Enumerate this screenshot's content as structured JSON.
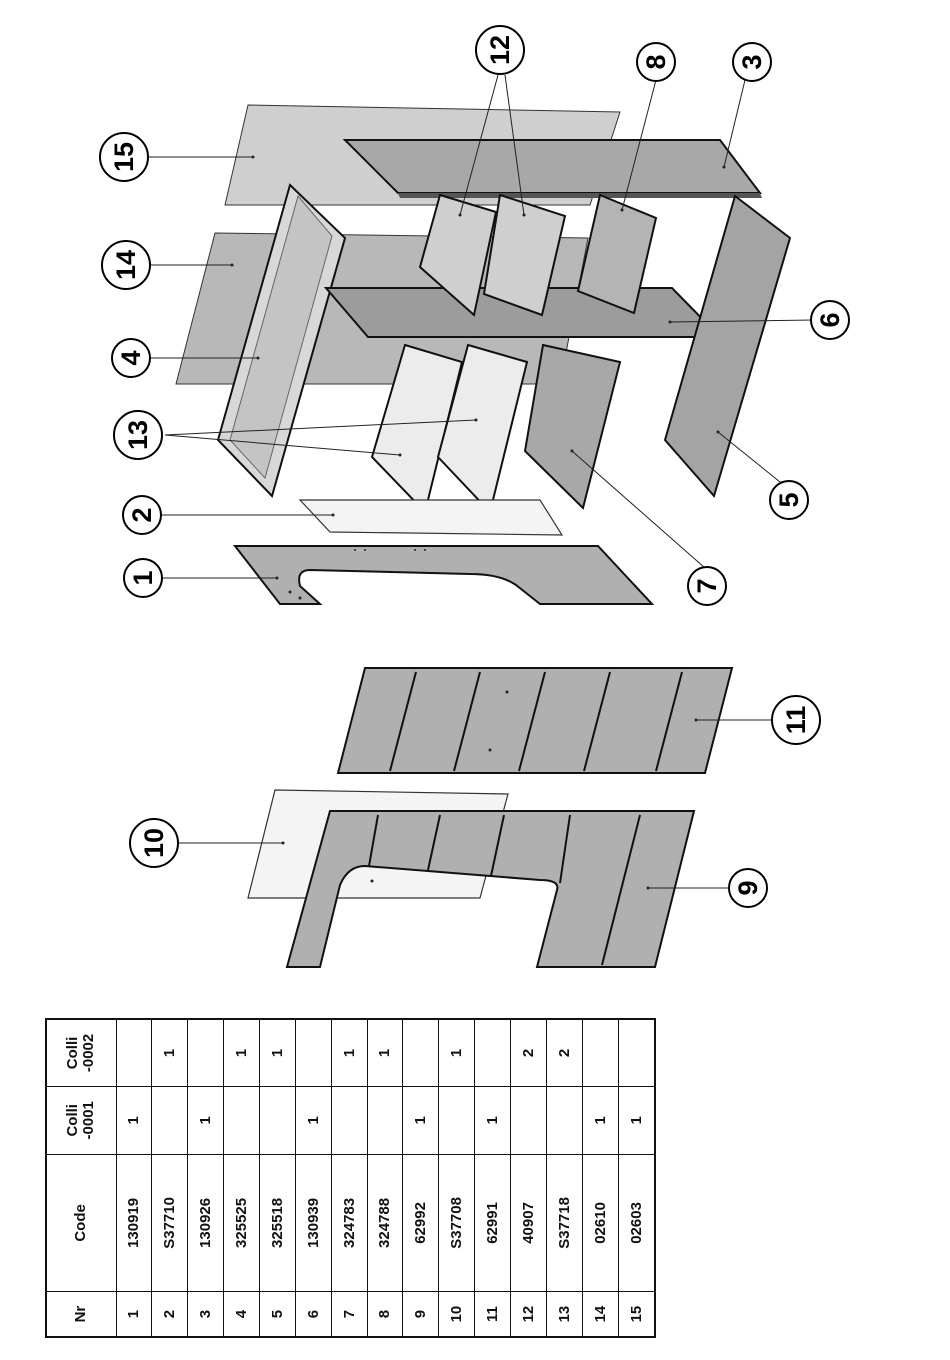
{
  "parts_table": {
    "headers": {
      "nr": "Nr",
      "code": "Code",
      "colli_0001": [
        "Colli",
        "-0001"
      ],
      "colli_0002": [
        "Colli",
        "-0002"
      ]
    },
    "rows": [
      {
        "nr": "1",
        "code": "130919",
        "colli_0001": "1",
        "colli_0002": ""
      },
      {
        "nr": "2",
        "code": "S37710",
        "colli_0001": "",
        "colli_0002": "1"
      },
      {
        "nr": "3",
        "code": "130926",
        "colli_0001": "1",
        "colli_0002": ""
      },
      {
        "nr": "4",
        "code": "325525",
        "colli_0001": "",
        "colli_0002": "1"
      },
      {
        "nr": "5",
        "code": "325518",
        "colli_0001": "",
        "colli_0002": "1"
      },
      {
        "nr": "6",
        "code": "130939",
        "colli_0001": "1",
        "colli_0002": ""
      },
      {
        "nr": "7",
        "code": "324783",
        "colli_0001": "",
        "colli_0002": "1"
      },
      {
        "nr": "8",
        "code": "324788",
        "colli_0001": "",
        "colli_0002": "1"
      },
      {
        "nr": "9",
        "code": "62992",
        "colli_0001": "1",
        "colli_0002": ""
      },
      {
        "nr": "10",
        "code": "S37708",
        "colli_0001": "",
        "colli_0002": "1"
      },
      {
        "nr": "11",
        "code": "62991",
        "colli_0001": "1",
        "colli_0002": ""
      },
      {
        "nr": "12",
        "code": "40907",
        "colli_0001": "",
        "colli_0002": "2"
      },
      {
        "nr": "13",
        "code": "S37718",
        "colli_0001": "",
        "colli_0002": "2"
      },
      {
        "nr": "14",
        "code": "02610",
        "colli_0001": "1",
        "colli_0002": ""
      },
      {
        "nr": "15",
        "code": "02603",
        "colli_0001": "1",
        "colli_0002": ""
      }
    ]
  },
  "callouts": [
    "1",
    "2",
    "3",
    "4",
    "5",
    "6",
    "7",
    "8",
    "9",
    "10",
    "11",
    "12",
    "13",
    "14",
    "15"
  ],
  "colors": {
    "panel_dark": "#9c9c9c",
    "panel_mid": "#b4b4b4",
    "panel_light": "#cfcfcf",
    "panel_white": "#f2f2f2",
    "line": "#111111"
  }
}
